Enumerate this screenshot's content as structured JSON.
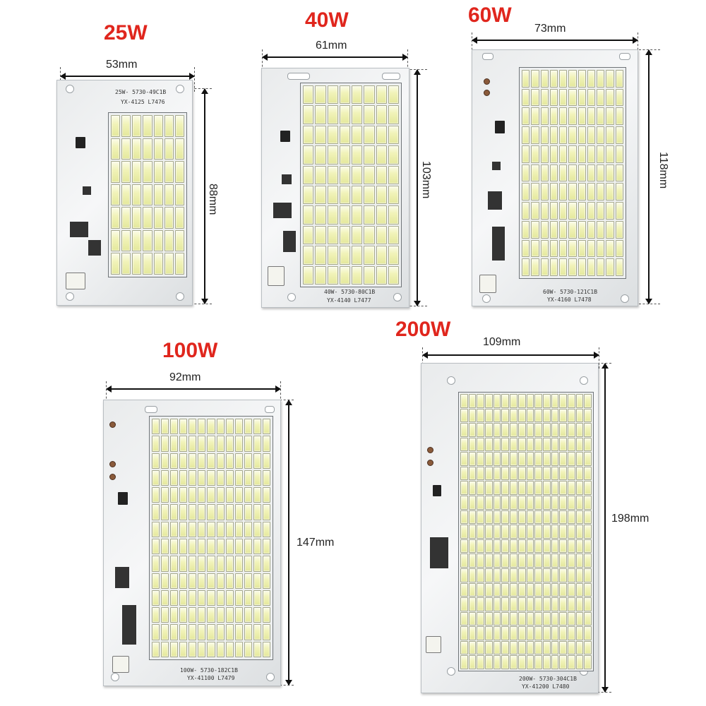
{
  "panels": [
    {
      "watt": "25W",
      "width": "53mm",
      "height": "88mm",
      "silk_top": "25W- 5730-49C1B",
      "silk_code": "YX-4125   L7476",
      "led_grid": {
        "cols": 7,
        "rows": 7
      }
    },
    {
      "watt": "40W",
      "width": "61mm",
      "height": "103mm",
      "silk_top": "40W- 5730-80C1B",
      "silk_code": "YX-4140   L7477",
      "led_grid": {
        "cols": 8,
        "rows": 10
      }
    },
    {
      "watt": "60W",
      "width": "73mm",
      "height": "118mm",
      "silk_top": "60W- 5730-121C1B",
      "silk_code": "YX-4160   L7478",
      "led_grid": {
        "cols": 11,
        "rows": 11
      }
    },
    {
      "watt": "100W",
      "width": "92mm",
      "height": "147mm",
      "silk_top": "100W- 5730-182C1B",
      "silk_code": "YX-41100   L7479",
      "led_grid": {
        "cols": 13,
        "rows": 14
      }
    },
    {
      "watt": "200W",
      "width": "109mm",
      "height": "198mm",
      "silk_top": "200W- 5730-304C1B",
      "silk_code": "YX-41200   L7480",
      "led_grid": {
        "cols": 16,
        "rows": 19
      }
    }
  ],
  "colors": {
    "watt_label": "#e0261d",
    "board": "#eceeef",
    "led": "#f3f5c4"
  }
}
